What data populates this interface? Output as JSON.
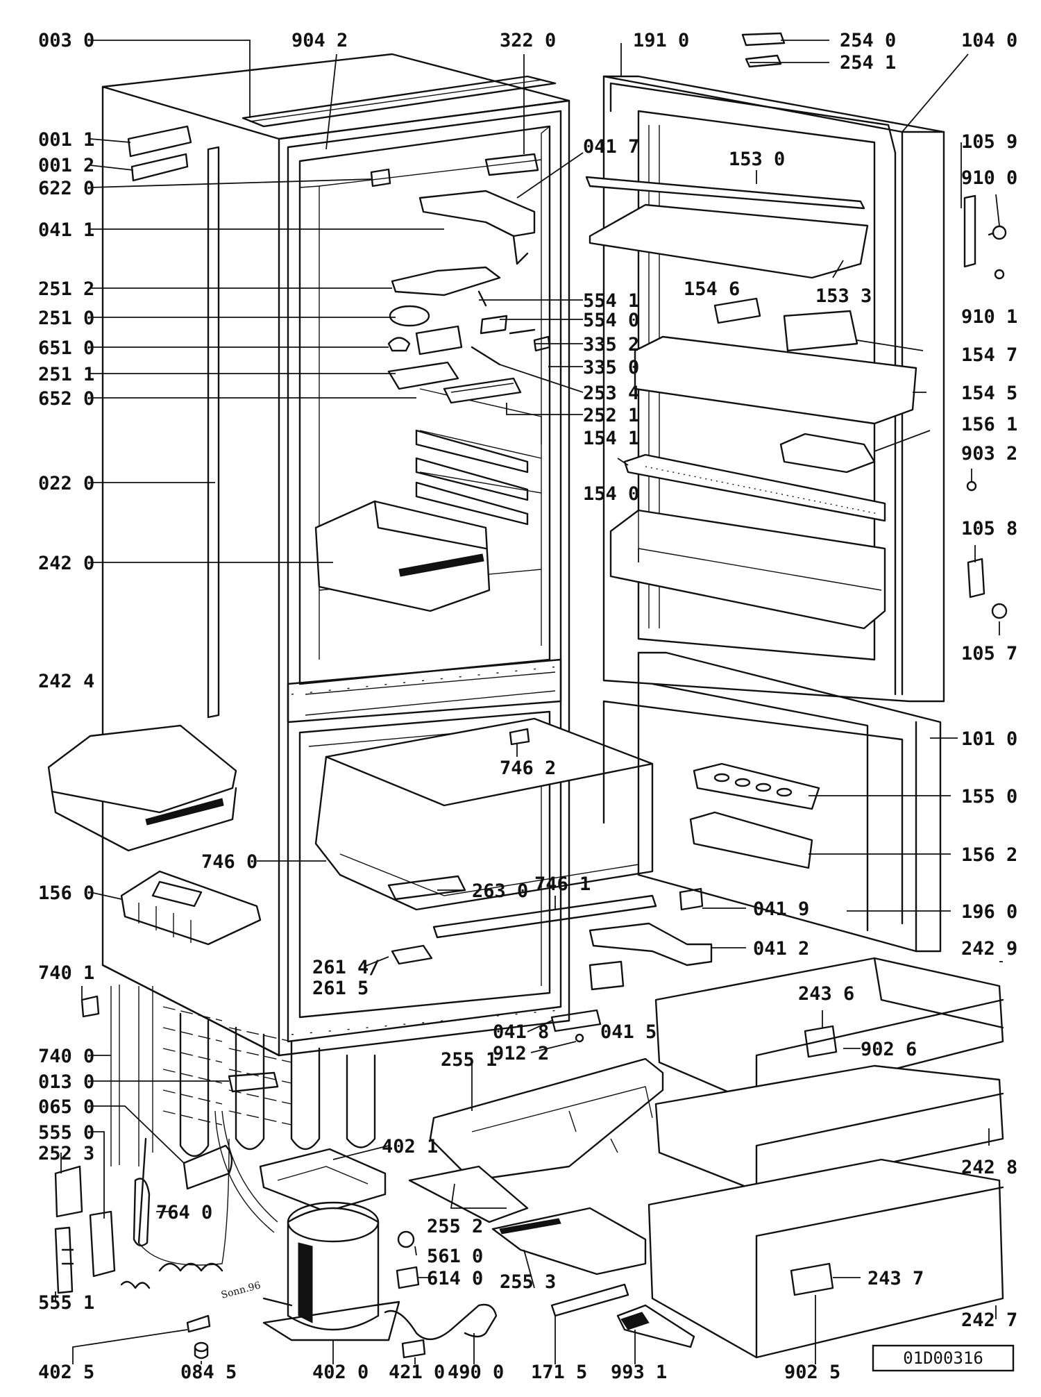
{
  "diagram": {
    "sheet_reference": "01D00316",
    "signature": "Sonn.96",
    "callouts": [
      {
        "id": "c-0030",
        "label": "003 0"
      },
      {
        "id": "c-9042",
        "label": "904 2"
      },
      {
        "id": "c-3220",
        "label": "322 0"
      },
      {
        "id": "c-1910",
        "label": "191 0"
      },
      {
        "id": "c-2540",
        "label": "254 0"
      },
      {
        "id": "c-2541",
        "label": "254 1"
      },
      {
        "id": "c-1040",
        "label": "104 0"
      },
      {
        "id": "c-0011",
        "label": "001 1"
      },
      {
        "id": "c-0012",
        "label": "001 2"
      },
      {
        "id": "c-6220",
        "label": "622 0"
      },
      {
        "id": "c-0417",
        "label": "041 7"
      },
      {
        "id": "c-1530",
        "label": "153 0"
      },
      {
        "id": "c-1059",
        "label": "105 9"
      },
      {
        "id": "c-9100",
        "label": "910 0"
      },
      {
        "id": "c-0411",
        "label": "041 1"
      },
      {
        "id": "c-2512",
        "label": "251 2"
      },
      {
        "id": "c-5541",
        "label": "554 1"
      },
      {
        "id": "c-1546",
        "label": "154 6"
      },
      {
        "id": "c-1533",
        "label": "153 3"
      },
      {
        "id": "c-9101",
        "label": "910 1"
      },
      {
        "id": "c-2510",
        "label": "251 0"
      },
      {
        "id": "c-5540",
        "label": "554 0"
      },
      {
        "id": "c-6510",
        "label": "651 0"
      },
      {
        "id": "c-3352",
        "label": "335 2"
      },
      {
        "id": "c-1547",
        "label": "154 7"
      },
      {
        "id": "c-2511",
        "label": "251 1"
      },
      {
        "id": "c-3350",
        "label": "335 0"
      },
      {
        "id": "c-6520",
        "label": "652 0"
      },
      {
        "id": "c-2534",
        "label": "253 4"
      },
      {
        "id": "c-1545",
        "label": "154 5"
      },
      {
        "id": "c-2521",
        "label": "252 1"
      },
      {
        "id": "c-1561",
        "label": "156 1"
      },
      {
        "id": "c-1541",
        "label": "154 1"
      },
      {
        "id": "c-9032",
        "label": "903 2"
      },
      {
        "id": "c-0220",
        "label": "022 0"
      },
      {
        "id": "c-1540",
        "label": "154 0"
      },
      {
        "id": "c-1058",
        "label": "105 8"
      },
      {
        "id": "c-2420",
        "label": "242 0"
      },
      {
        "id": "c-1057",
        "label": "105 7"
      },
      {
        "id": "c-2424",
        "label": "242 4"
      },
      {
        "id": "c-1010",
        "label": "101 0"
      },
      {
        "id": "c-7462",
        "label": "746 2"
      },
      {
        "id": "c-1550",
        "label": "155 0"
      },
      {
        "id": "c-7460",
        "label": "746 0"
      },
      {
        "id": "c-1562",
        "label": "156 2"
      },
      {
        "id": "c-2630",
        "label": "263 0"
      },
      {
        "id": "c-7461",
        "label": "746 1"
      },
      {
        "id": "c-1560",
        "label": "156 0"
      },
      {
        "id": "c-0419",
        "label": "041 9"
      },
      {
        "id": "c-1960",
        "label": "196 0"
      },
      {
        "id": "c-0412",
        "label": "041 2"
      },
      {
        "id": "c-2614",
        "label": "261 4/"
      },
      {
        "id": "c-2615",
        "label": "261 5"
      },
      {
        "id": "c-2429",
        "label": "242 9"
      },
      {
        "id": "c-7401",
        "label": "740 1"
      },
      {
        "id": "c-2436",
        "label": "243 6"
      },
      {
        "id": "c-0418",
        "label": "041 8"
      },
      {
        "id": "c-9122",
        "label": "912 2"
      },
      {
        "id": "c-0415",
        "label": "041 5"
      },
      {
        "id": "c-9026",
        "label": "902 6"
      },
      {
        "id": "c-7400",
        "label": "740 0"
      },
      {
        "id": "c-2551",
        "label": "255 1"
      },
      {
        "id": "c-0130",
        "label": "013 0"
      },
      {
        "id": "c-0650",
        "label": "065 0"
      },
      {
        "id": "c-5550",
        "label": "555 0"
      },
      {
        "id": "c-2523",
        "label": "252 3"
      },
      {
        "id": "c-4021",
        "label": "402 1"
      },
      {
        "id": "c-2428",
        "label": "242 8"
      },
      {
        "id": "c-7640",
        "label": "764 0"
      },
      {
        "id": "c-2552",
        "label": "255 2"
      },
      {
        "id": "c-5610",
        "label": "561 0"
      },
      {
        "id": "c-6140",
        "label": "614 0"
      },
      {
        "id": "c-2553",
        "label": "255 3"
      },
      {
        "id": "c-2437",
        "label": "243 7"
      },
      {
        "id": "c-5551",
        "label": "555 1"
      },
      {
        "id": "c-2427",
        "label": "242 7"
      },
      {
        "id": "c-4025",
        "label": "402 5"
      },
      {
        "id": "c-0845",
        "label": "084 5"
      },
      {
        "id": "c-4020",
        "label": "402 0"
      },
      {
        "id": "c-4210",
        "label": "421 0"
      },
      {
        "id": "c-4900",
        "label": "490 0"
      },
      {
        "id": "c-1715",
        "label": "171 5"
      },
      {
        "id": "c-9931",
        "label": "993 1"
      },
      {
        "id": "c-9025",
        "label": "902 5"
      }
    ]
  }
}
